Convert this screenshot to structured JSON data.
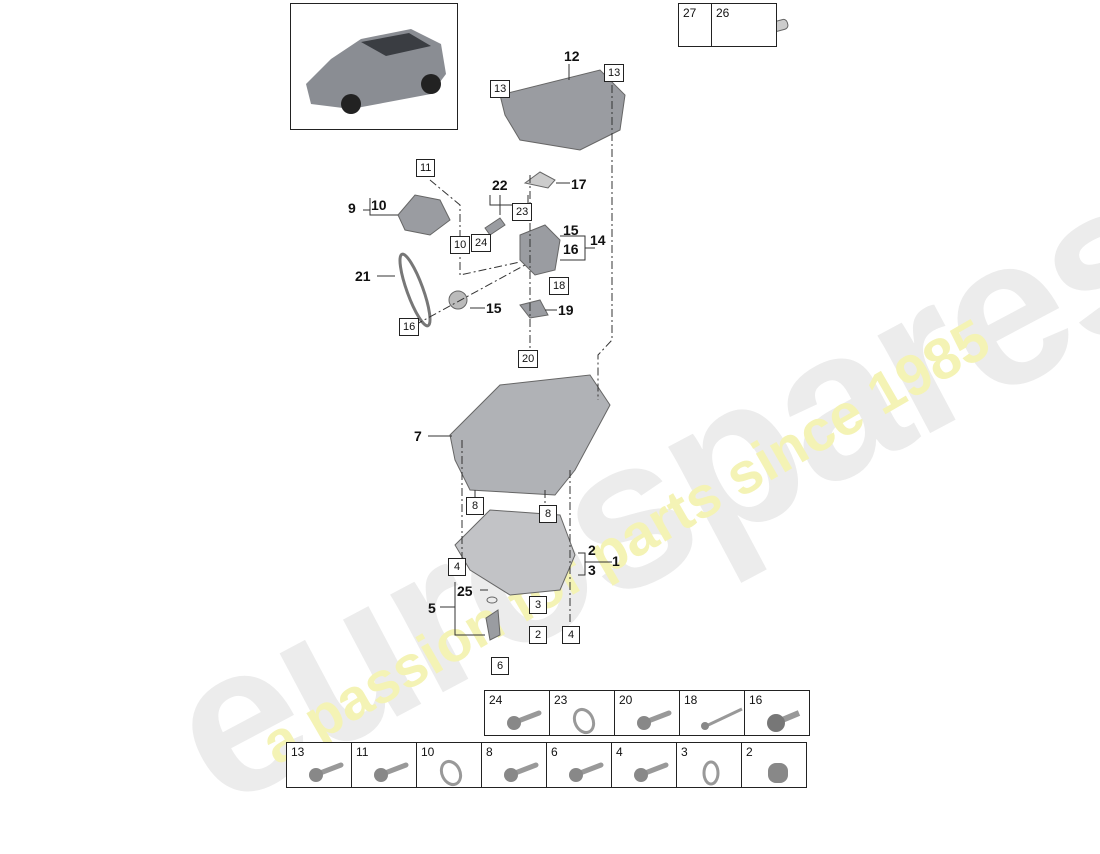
{
  "watermark": {
    "brand": "eurospares",
    "tagline": "a passion for parts since 1985"
  },
  "callouts": [
    "12",
    "17",
    "22",
    "15",
    "16",
    "14",
    "9",
    "10",
    "21",
    "15",
    "19",
    "7",
    "2",
    "3",
    "1",
    "25",
    "5"
  ],
  "boxed_callouts": [
    "13",
    "13",
    "11",
    "23",
    "24",
    "10",
    "18",
    "16",
    "20",
    "8",
    "8",
    "4",
    "3",
    "2",
    "4",
    "6"
  ],
  "accessory_table": [
    {
      "num": "27",
      "icon": "tube-icon"
    },
    {
      "num": "26",
      "icon": "sealant-tube-icon"
    }
  ],
  "fastener_table": {
    "row1": [
      {
        "num": "24",
        "icon": "bolt-icon"
      },
      {
        "num": "23",
        "icon": "seal-ring-icon"
      },
      {
        "num": "20",
        "icon": "bolt-icon"
      },
      {
        "num": "18",
        "icon": "long-bolt-icon"
      },
      {
        "num": "16",
        "icon": "flange-bolt-icon"
      }
    ],
    "row2": [
      {
        "num": "13",
        "icon": "bolt-icon"
      },
      {
        "num": "11",
        "icon": "bolt-icon"
      },
      {
        "num": "10",
        "icon": "seal-ring-icon"
      },
      {
        "num": "8",
        "icon": "bolt-icon"
      },
      {
        "num": "6",
        "icon": "bolt-icon"
      },
      {
        "num": "4",
        "icon": "bolt-icon"
      },
      {
        "num": "3",
        "icon": "washer-icon"
      },
      {
        "num": "2",
        "icon": "drain-plug-icon"
      }
    ]
  }
}
